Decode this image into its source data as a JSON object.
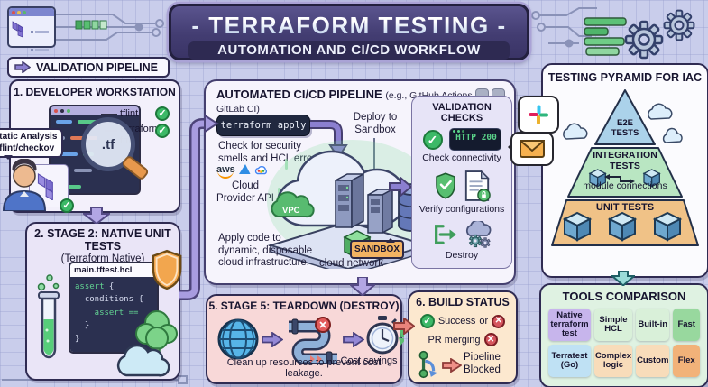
{
  "colors": {
    "accent_purple": "#8b7fd0",
    "box_border": "#2f2b52",
    "banner_bg": "#433d72",
    "success_green": "#3cb967",
    "error_red": "#d6565e",
    "sandbox_orange": "#f3b362",
    "teardown_pink": "#f8d8d8",
    "build_peach": "#fce8cf",
    "pyramid_blue": "#abd2ea",
    "pyramid_green": "#b9e6c2",
    "pyramid_orange": "#f0c287",
    "tools_green_bg": "#dff2e2"
  },
  "banner": {
    "title": "- TERRAFORM TESTING -",
    "subtitle": "AUTOMATION AND CI/CD WORKFLOW"
  },
  "validation_pipeline": {
    "label": "VALIDATION PIPELINE"
  },
  "workstation": {
    "title": "1. DEVELOPER WORKSTATION",
    "bubble": {
      "line1": "Static Analysis",
      "line2": "tflint/checkov"
    },
    "magnifier": ".tf",
    "check1": "tflint",
    "check2_line1": "terraform",
    "check2_line2": "fmt"
  },
  "stage2": {
    "title": "2. STAGE 2: NATIVE UNIT TESTS",
    "subtitle": "(Terraform Native)",
    "filename": "main.tftest.hcl",
    "code": {
      "l1a": "assert",
      "l1b": " {",
      "l2": "  conditions {",
      "l3": "    assert ==",
      "l4": "  }",
      "l5": "}"
    }
  },
  "cicd": {
    "title": "AUTOMATED CI/CD PIPELINE",
    "subtitle": "(e.g., GitHub Actions, GitLab CI)",
    "terraform_apply": "terraform apply",
    "check_line1": "Check for security",
    "check_line2": "smells and HCL errors",
    "deploy_line1": "Deploy to",
    "deploy_line2": "Sandbox",
    "aws": "aws",
    "provider_line1": "Cloud",
    "provider_line2": "Provider API",
    "vpc": "VPC",
    "apply_line1": "Apply code to",
    "apply_line2": "dynamic, disposable",
    "apply_line3": "cloud infrastructure.",
    "cloud_network": "cloud network",
    "sandbox": "SANDBOX"
  },
  "validation_checks": {
    "title": "VALIDATION CHECKS",
    "http_badge": "HTTP 200",
    "item1": "Check connectivity",
    "item2": "Verify configurations",
    "item3": "Destroy"
  },
  "pyramid": {
    "title": "TESTING PYRAMID FOR IAC",
    "levels": [
      {
        "label_line1": "E2E",
        "label_line2": "TESTS"
      },
      {
        "label_line1": "INTEGRATION",
        "label_line2": "TESTS",
        "sublabel": "module connections"
      },
      {
        "label_line1": "UNIT TESTS"
      }
    ]
  },
  "teardown": {
    "title": "5. STAGE 5: TEARDOWN (DESTROY)",
    "cost_savings": "Cost savings",
    "caption": "Clean up resources to prevent cost leakage."
  },
  "build_status": {
    "title": "6. BUILD STATUS",
    "success": "Success",
    "or": "or",
    "pr_merging": "PR merging",
    "pipeline_line1": "Pipeline",
    "pipeline_line2": "Blocked"
  },
  "tools": {
    "title": "TOOLS COMPARISON",
    "rows": [
      [
        "Native terraform test",
        "Simple HCL",
        "Built-in",
        "Fast"
      ],
      [
        "Terratest (Go)",
        "Complex logic",
        "Custom",
        "Flex"
      ]
    ]
  }
}
